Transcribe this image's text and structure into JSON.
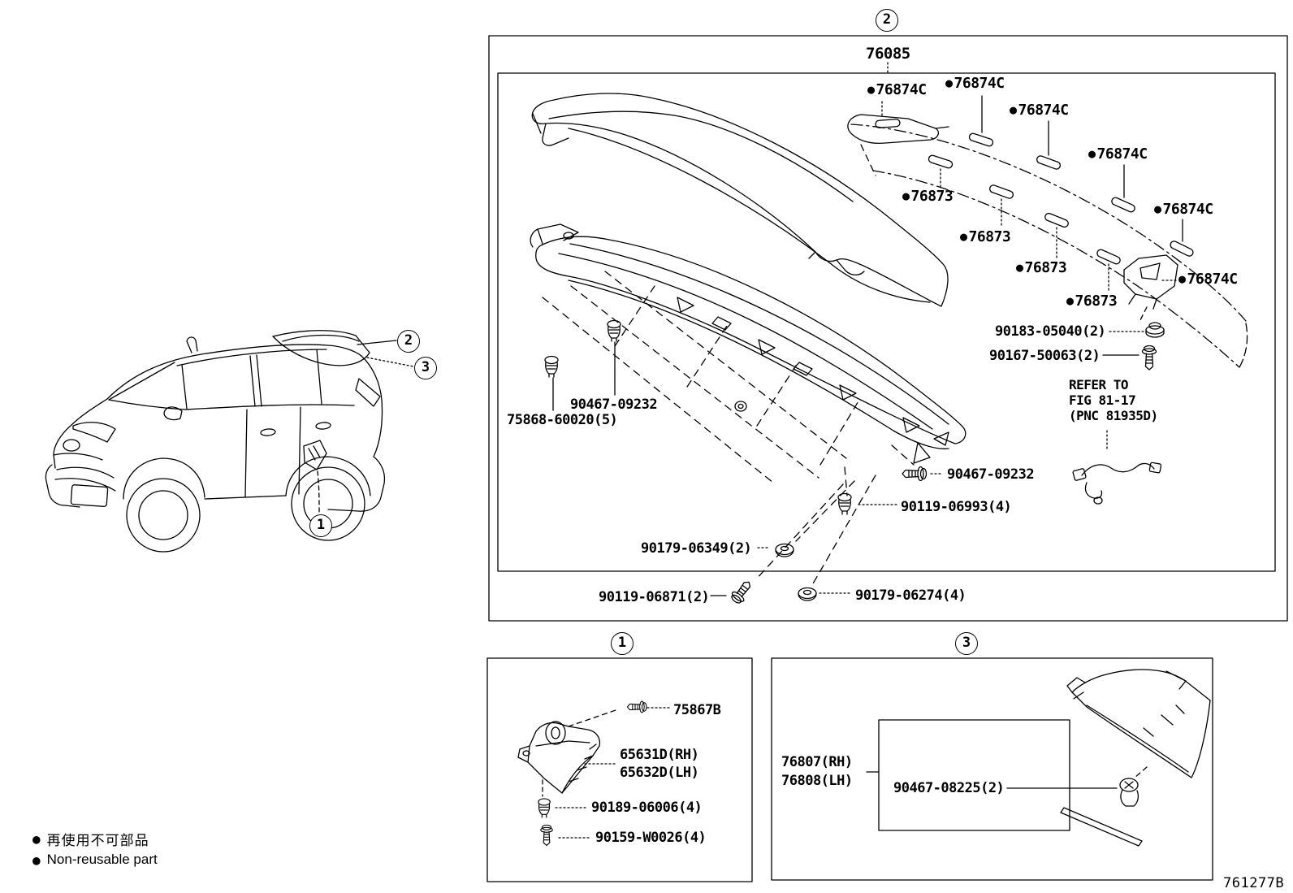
{
  "page": {
    "doc_number": "761277B",
    "bullet": "●"
  },
  "legend": {
    "jp": "再使用不可部品",
    "en": "Non-reusable part"
  },
  "car": {
    "callouts": {
      "c1": "1",
      "c2": "2",
      "c3": "3"
    }
  },
  "figure2": {
    "callout": "2",
    "part_number": "76085",
    "clip_labels": [
      {
        "text": "76874C"
      },
      {
        "text": "76874C"
      },
      {
        "text": "76874C"
      },
      {
        "text": "76874C"
      },
      {
        "text": "76874C"
      },
      {
        "text": "76874C"
      },
      {
        "text": "76873"
      },
      {
        "text": "76873"
      },
      {
        "text": "76873"
      },
      {
        "text": "76873"
      }
    ],
    "part_labels": [
      {
        "text": "90183-05040(2)"
      },
      {
        "text": "90167-50063(2)"
      },
      {
        "text": "90467-09232"
      },
      {
        "text": "75868-60020(5)"
      },
      {
        "text": "90467-09232"
      },
      {
        "text": "90119-06993(4)"
      },
      {
        "text": "90179-06349(2)"
      },
      {
        "text": "90119-06871(2)"
      },
      {
        "text": "90179-06274(4)"
      }
    ],
    "reference_note": {
      "line1": "REFER TO",
      "line2": "FIG 81-17",
      "line3": "(PNC 81935D)"
    }
  },
  "figure1": {
    "callout": "1",
    "part_labels": [
      {
        "text": "75867B"
      },
      {
        "text": "65631D(RH)"
      },
      {
        "text": "65632D(LH)"
      },
      {
        "text": "90189-06006(4)"
      },
      {
        "text": "90159-W0026(4)"
      }
    ]
  },
  "figure3": {
    "callout": "3",
    "part_labels": [
      {
        "text": "76807(RH)"
      },
      {
        "text": "76808(LH)"
      },
      {
        "text": "90467-08225(2)"
      }
    ]
  }
}
